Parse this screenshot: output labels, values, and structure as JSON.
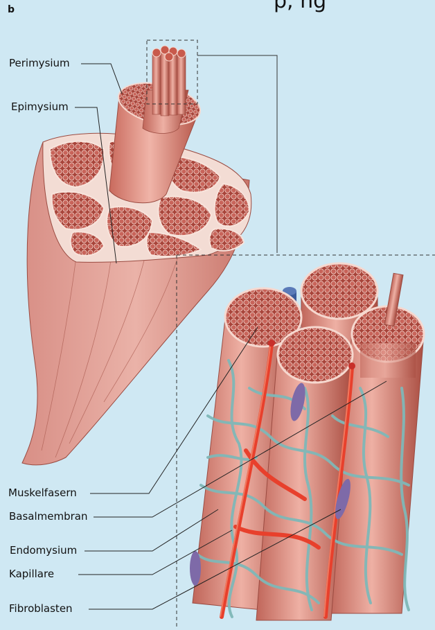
{
  "panel_letter": "b",
  "top_title_fragment": "p, ng",
  "labels": {
    "perimysium": "Perimysium",
    "epimysium": "Epimysium",
    "muskelfasern": "Muskelfasern",
    "basalmembran": "Basalmembran",
    "endomysium": "Endomysium",
    "kapillare": "Kapillare",
    "fibroblasten": "Fibroblasten"
  },
  "colors": {
    "background": "#cfe8f3",
    "muscle": "#e29a8c",
    "muscle_dark": "#b5584a",
    "fiber_tip": "#c85a4c",
    "connective": "#f3dcd4",
    "capillary": "#e8402c",
    "endomysium_net": "#7fb8b8",
    "fibroblast": "#7e6aa8",
    "vein": "#3a5a9a"
  }
}
